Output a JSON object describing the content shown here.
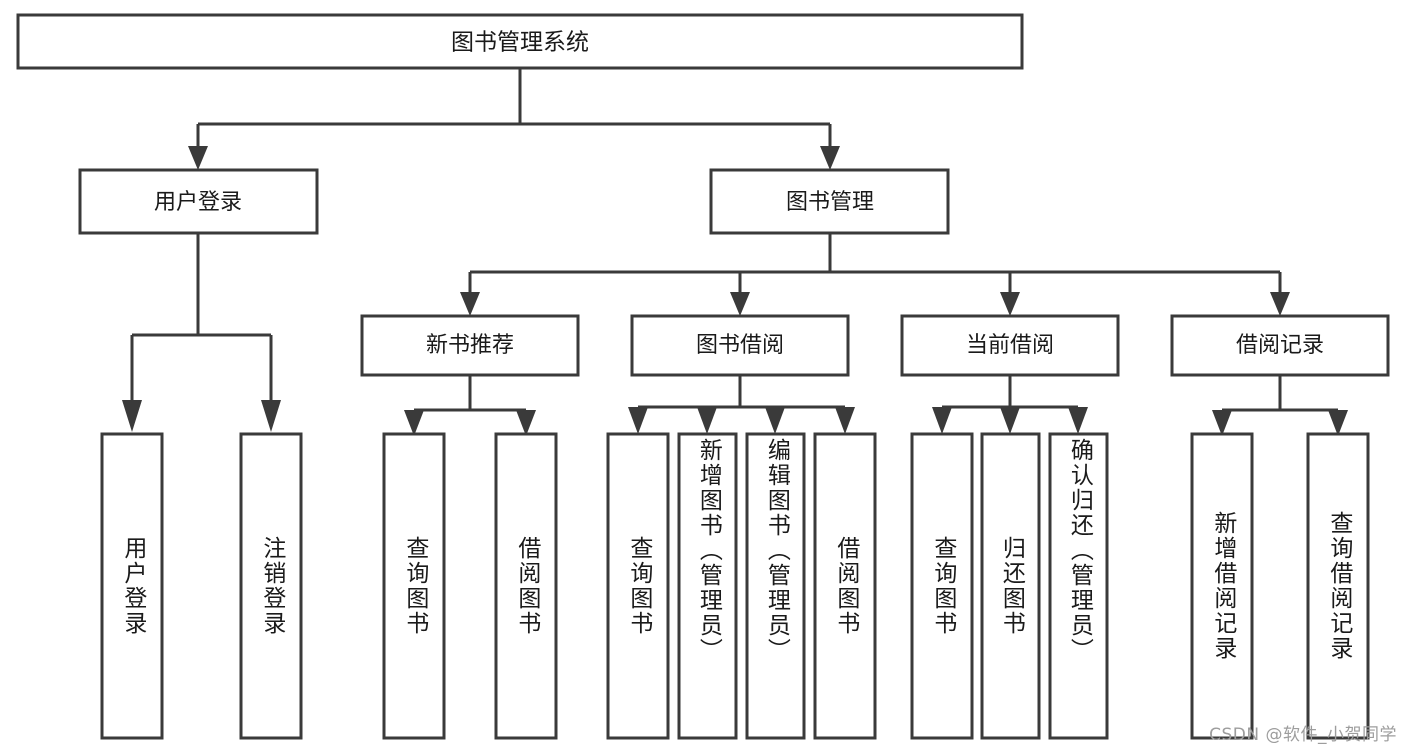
{
  "diagram": {
    "type": "tree",
    "title": "图书管理系统",
    "watermark": "CSDN @软件_小贺同学",
    "colors": {
      "stroke": "#3a3a3a",
      "fill": "#ffffff",
      "text": "#1a1a1a",
      "watermark": "#9d9d9d"
    },
    "root": {
      "label": "图书管理系统"
    },
    "level2": [
      {
        "label": "用户登录"
      },
      {
        "label": "图书管理"
      }
    ],
    "level3": [
      {
        "label": "新书推荐"
      },
      {
        "label": "图书借阅"
      },
      {
        "label": "当前借阅"
      },
      {
        "label": "借阅记录"
      }
    ],
    "leaves": {
      "user_login": [
        {
          "label": "用户登录"
        },
        {
          "label": "注销登录"
        }
      ],
      "new_book": [
        {
          "label": "查询图书"
        },
        {
          "label": "借阅图书"
        }
      ],
      "book_borrow": [
        {
          "label": "查询图书"
        },
        {
          "label": "新增图书（管理员）"
        },
        {
          "label": "编辑图书（管理员）"
        },
        {
          "label": "借阅图书"
        }
      ],
      "current_borrow": [
        {
          "label": "查询图书"
        },
        {
          "label": "归还图书"
        },
        {
          "label": "确认归还（管理员）"
        }
      ],
      "borrow_record": [
        {
          "label": "新增借阅记录"
        },
        {
          "label": "查询借阅记录"
        }
      ]
    }
  }
}
